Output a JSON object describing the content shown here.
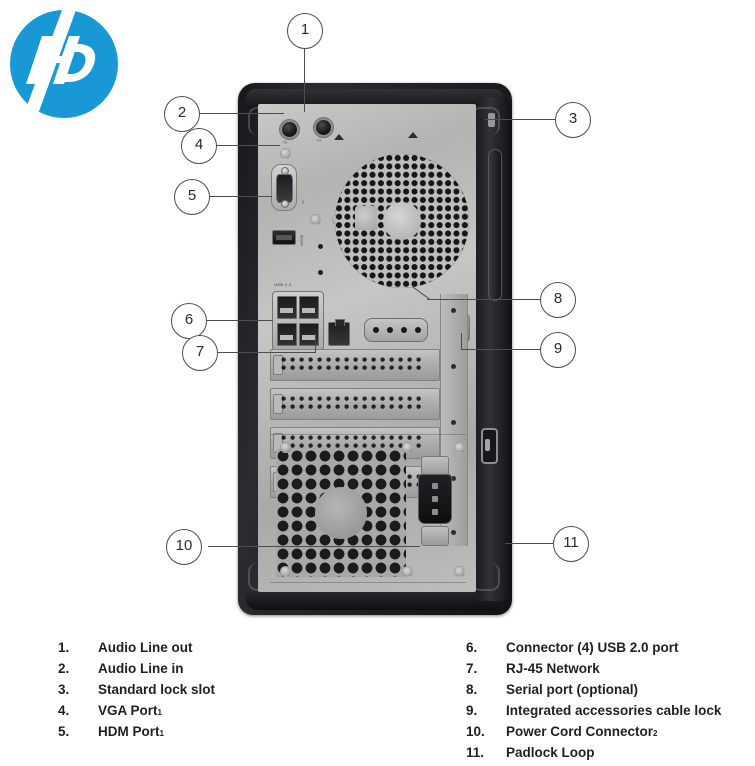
{
  "brand": {
    "logo_name": "hp-logo",
    "logo_color": "#1899D6"
  },
  "figure": {
    "name": "hp-desktop-rear-panel-diagram",
    "description": "Rear view of HP tower desktop computer with numbered callouts",
    "callouts": [
      {
        "id": "1",
        "position": "top-center"
      },
      {
        "id": "2",
        "position": "left"
      },
      {
        "id": "3",
        "position": "right"
      },
      {
        "id": "4",
        "position": "left"
      },
      {
        "id": "5",
        "position": "left"
      },
      {
        "id": "6",
        "position": "left"
      },
      {
        "id": "7",
        "position": "left"
      },
      {
        "id": "8",
        "position": "right"
      },
      {
        "id": "9",
        "position": "right"
      },
      {
        "id": "10",
        "position": "left"
      },
      {
        "id": "11",
        "position": "right"
      }
    ]
  },
  "legend": {
    "left_column": [
      {
        "num": "1.",
        "label": "Audio Line out",
        "sup": ""
      },
      {
        "num": "2.",
        "label": "Audio Line in",
        "sup": ""
      },
      {
        "num": "3.",
        "label": "Standard lock slot",
        "sup": ""
      },
      {
        "num": "4.",
        "label": "VGA Port",
        "sup": "1"
      },
      {
        "num": "5.",
        "label": "HDM Port",
        "sup": "1"
      }
    ],
    "right_column": [
      {
        "num": "6.",
        "label": "Connector (4) USB 2.0 port",
        "sup": ""
      },
      {
        "num": "7.",
        "label": "RJ-45 Network",
        "sup": ""
      },
      {
        "num": "8.",
        "label": "Serial port (optional)",
        "sup": ""
      },
      {
        "num": "9.",
        "label": "Integrated accessories cable lock",
        "sup": ""
      },
      {
        "num": "10.",
        "label": "Power Cord Connector",
        "sup": "2"
      },
      {
        "num": "11.",
        "label": "Padlock Loop",
        "sup": ""
      }
    ]
  },
  "colors": {
    "text": "#231f20",
    "callout_stroke": "#4d4d4d",
    "background": "#ffffff"
  }
}
